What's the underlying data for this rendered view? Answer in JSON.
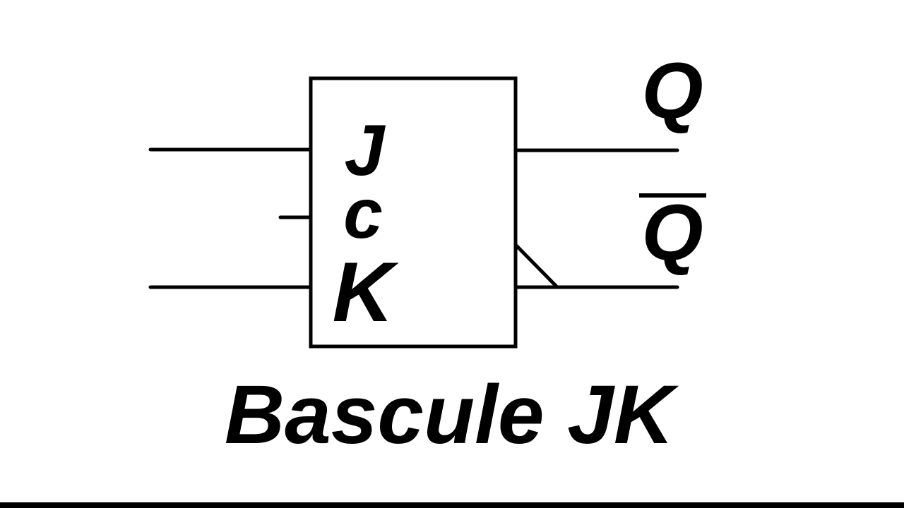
{
  "colors": {
    "ink": "#000000",
    "background": "#ffffff"
  },
  "flip_flop": {
    "type": "JK flip-flop symbol",
    "inputs": [
      {
        "label": "J"
      },
      {
        "label": "c"
      },
      {
        "label": "K"
      }
    ],
    "outputs": [
      {
        "label": "Q",
        "overline": false
      },
      {
        "label": "Q",
        "overline": true
      }
    ]
  },
  "caption": {
    "text": "Bascule JK"
  }
}
